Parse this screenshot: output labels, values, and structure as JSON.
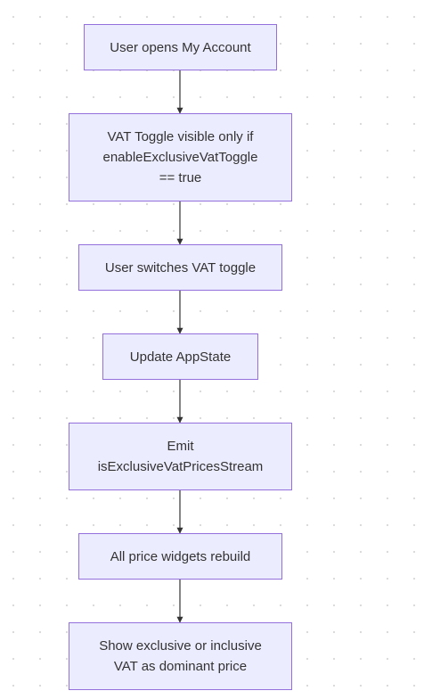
{
  "diagram": {
    "nodes": [
      {
        "id": "n1",
        "label": "User opens My Account"
      },
      {
        "id": "n2",
        "label": "VAT Toggle visible only if\nenableExclusiveVatToggle\n== true"
      },
      {
        "id": "n3",
        "label": "User switches VAT toggle"
      },
      {
        "id": "n4",
        "label": "Update AppState"
      },
      {
        "id": "n5",
        "label": "Emit\nisExclusiveVatPricesStream"
      },
      {
        "id": "n6",
        "label": "All price widgets rebuild"
      },
      {
        "id": "n7",
        "label": "Show exclusive or inclusive\nVAT as dominant price"
      }
    ],
    "edges": [
      {
        "from": "n1",
        "to": "n2"
      },
      {
        "from": "n2",
        "to": "n3"
      },
      {
        "from": "n3",
        "to": "n4"
      },
      {
        "from": "n4",
        "to": "n5"
      },
      {
        "from": "n5",
        "to": "n6"
      },
      {
        "from": "n6",
        "to": "n7"
      }
    ],
    "colors": {
      "node_fill": "#ececff",
      "node_border": "#9370db",
      "text": "#333333",
      "edge": "#333333"
    }
  }
}
